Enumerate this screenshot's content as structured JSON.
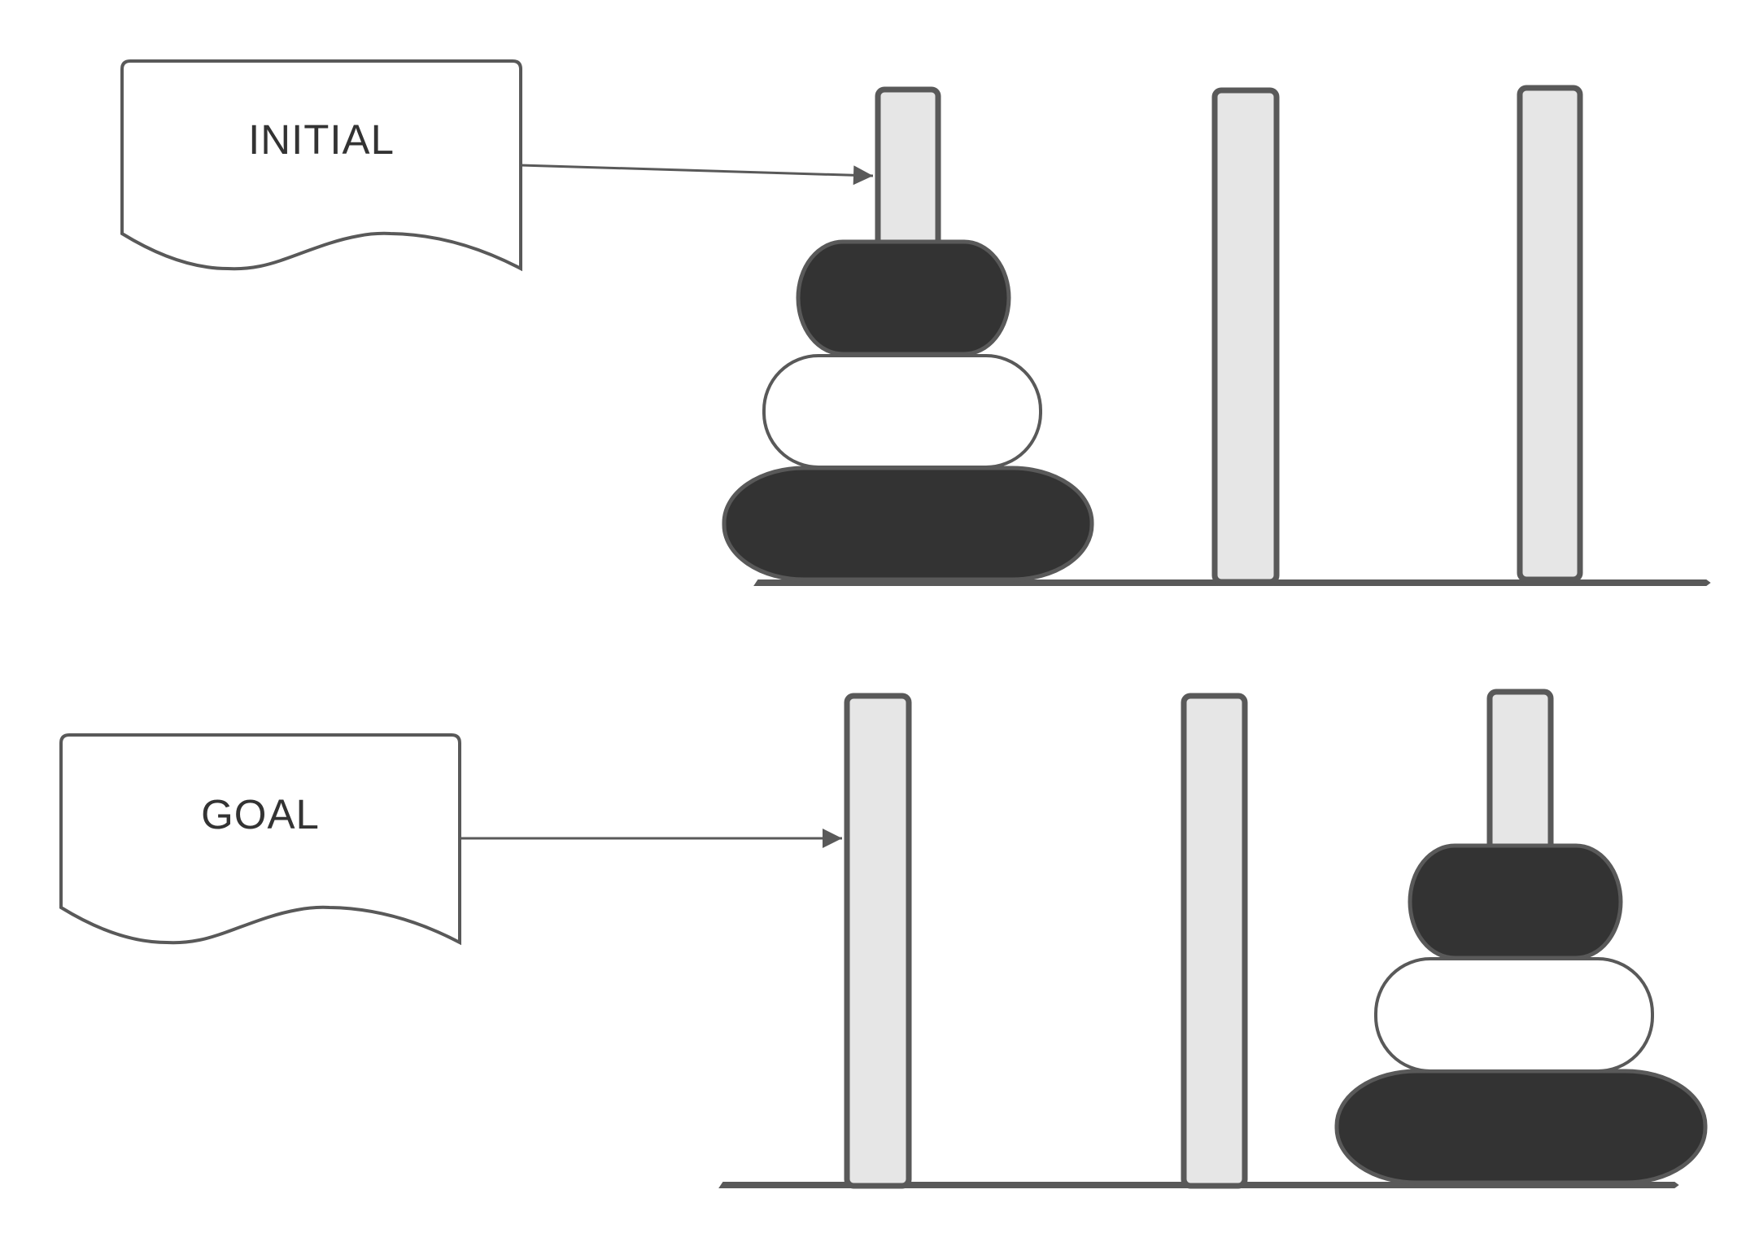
{
  "colors": {
    "outline": "#595959",
    "rod_fill": "#e6e6e6",
    "dark_disk": "#333333",
    "light_disk": "#ffffff",
    "text": "#333333",
    "background": "#ffffff"
  },
  "panels": [
    {
      "label": "INITIAL",
      "pegs": [
        {
          "peg": 1,
          "disks": [
            "large-dark",
            "medium-light",
            "small-dark"
          ]
        },
        {
          "peg": 2,
          "disks": []
        },
        {
          "peg": 3,
          "disks": []
        }
      ]
    },
    {
      "label": "GOAL",
      "pegs": [
        {
          "peg": 1,
          "disks": []
        },
        {
          "peg": 2,
          "disks": []
        },
        {
          "peg": 3,
          "disks": [
            "large-dark",
            "medium-light",
            "small-dark"
          ]
        }
      ]
    }
  ]
}
